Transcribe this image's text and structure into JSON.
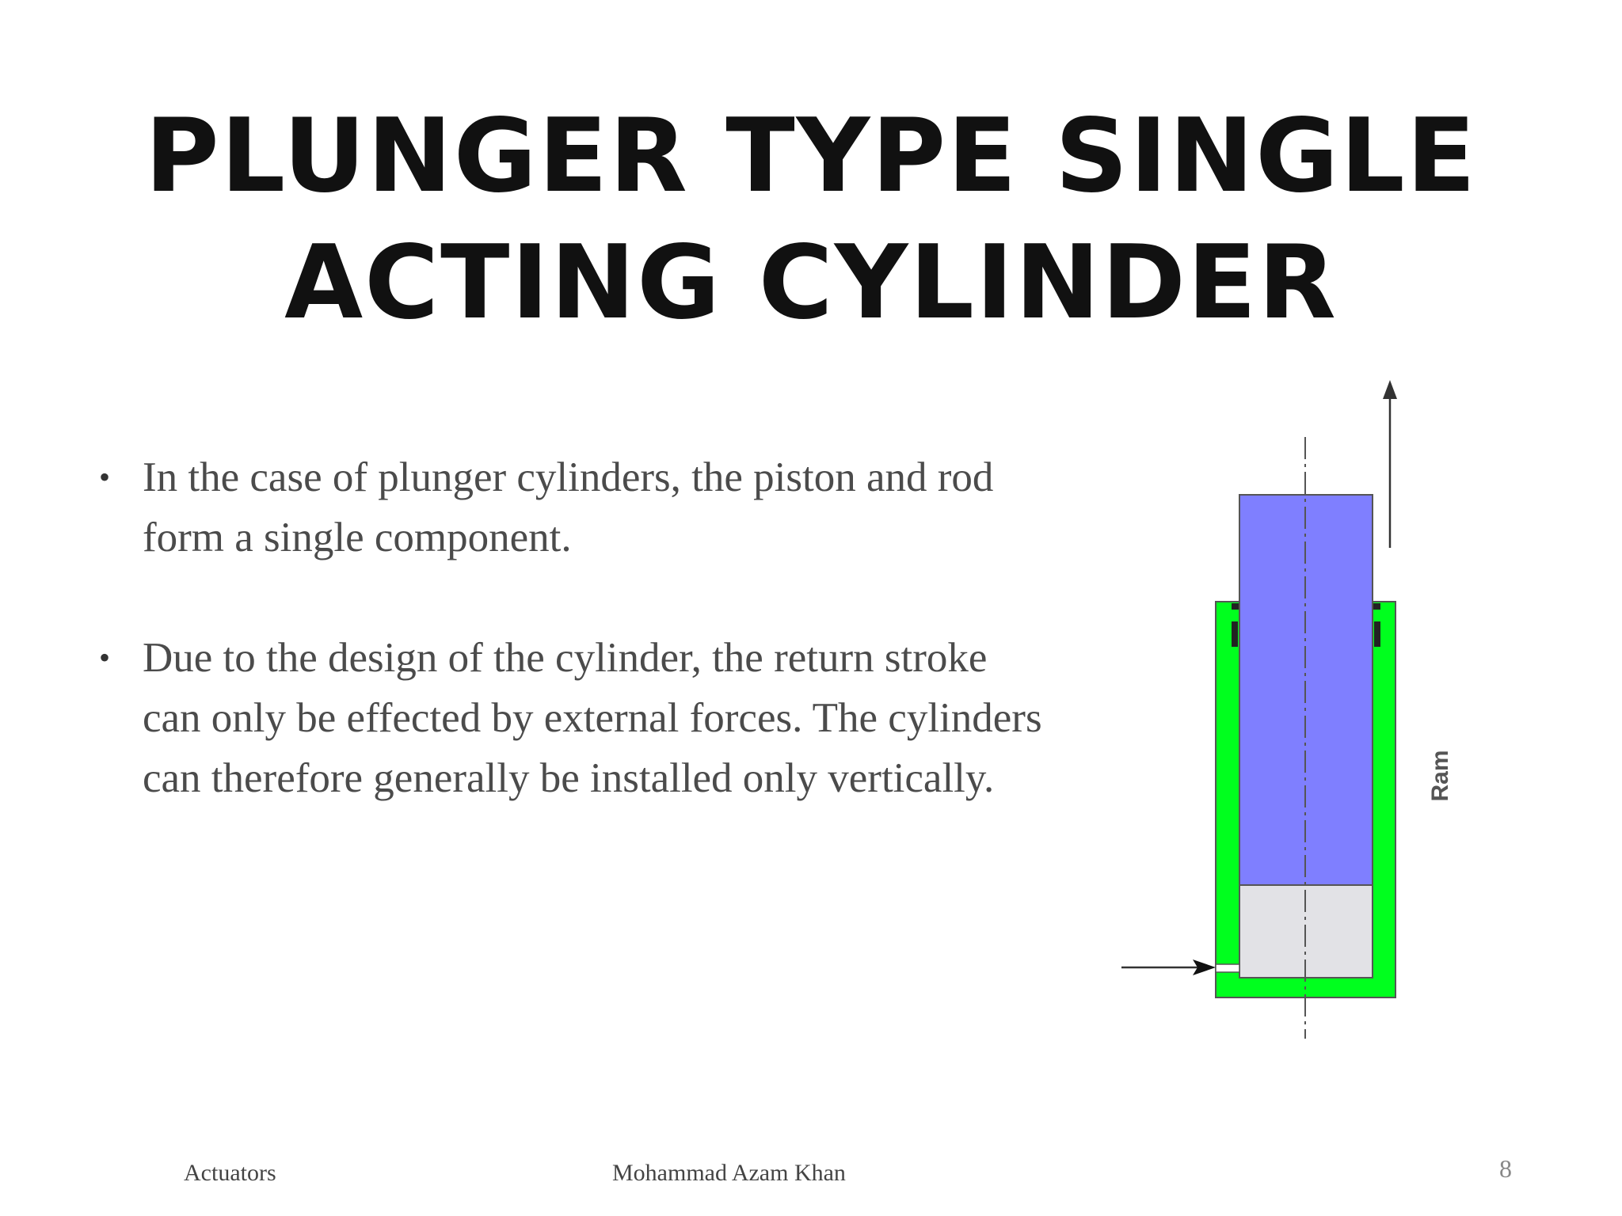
{
  "slide": {
    "title_line1": "PLUNGER TYPE SINGLE",
    "title_line2": "ACTING CYLINDER",
    "bullets": [
      {
        "marker": "•",
        "text": "In the case of plunger  cylinders, the piston and rod form a single  component."
      },
      {
        "marker": "•",
        "text": "Due to the  design of the cylinder, the  return stroke can only be  effected by external forces. The cylinders can therefore  generally be installed only  vertically."
      }
    ],
    "diagram": {
      "ram_label": "Ram",
      "colors": {
        "cylinder": "#00ff1e",
        "ram": "#7f7fff",
        "chamber": "#e2e2e6",
        "outline": "#555555"
      }
    },
    "footer": {
      "left": "Actuators",
      "center": "Mohammad Azam Khan",
      "page_number": "8"
    }
  }
}
